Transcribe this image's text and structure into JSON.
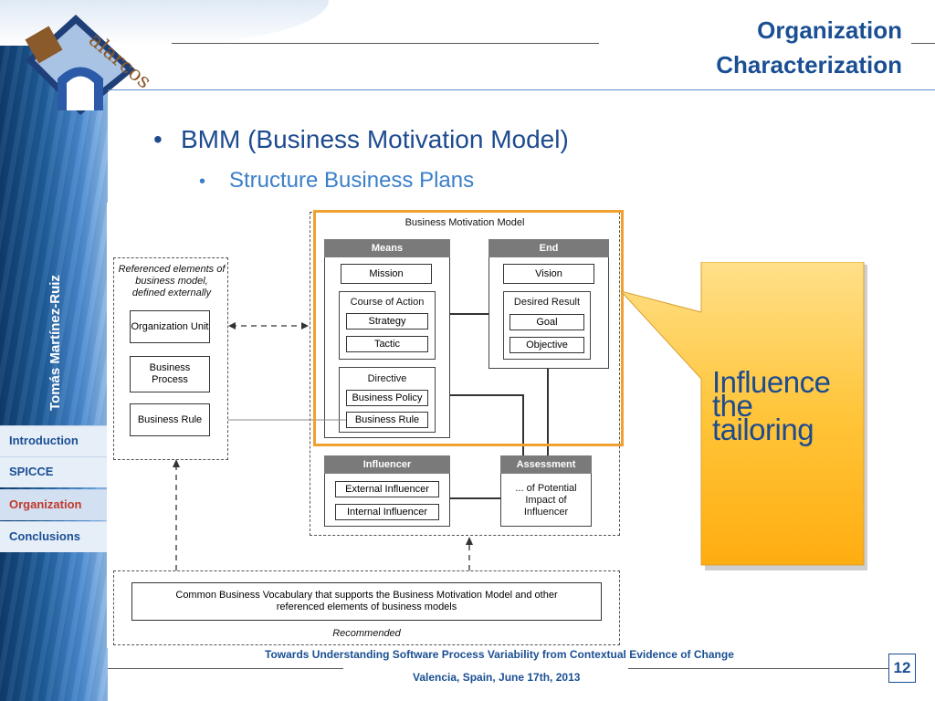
{
  "slide": {
    "title_line1": "Organization",
    "title_line2": "Characterization",
    "bullet1": "BMM  (Business Motivation Model)",
    "bullet2": "Structure Business Plans",
    "author": "Tomás Martínez-Ruiz",
    "logo_text": "alarcos",
    "callout_text": "Influence the tailoring",
    "footer_title": "Towards Understanding Software Process Variability from Contextual Evidence of Change",
    "footer_date": "Valencia, Spain, June 17th,  2013",
    "page_number": "12"
  },
  "nav": {
    "items": [
      {
        "label": "Introduction",
        "active": false
      },
      {
        "label": "SPICCE",
        "active": false
      },
      {
        "label": "Organization",
        "active": true
      },
      {
        "label": "Conclusions",
        "active": false
      }
    ]
  },
  "diagram": {
    "bmm_title": "Business Motivation Model",
    "external_title": "Referenced elements of business model, defined externally",
    "external_items": [
      "Organization Unit",
      "Business Process",
      "Business Rule"
    ],
    "means": {
      "header": "Means",
      "mission": "Mission",
      "course_of_action": "Course of Action",
      "strategy": "Strategy",
      "tactic": "Tactic",
      "directive": "Directive",
      "business_policy": "Business Policy",
      "business_rule": "Business Rule"
    },
    "end": {
      "header": "End",
      "vision": "Vision",
      "desired_result": "Desired Result",
      "goal": "Goal",
      "objective": "Objective"
    },
    "influencer": {
      "header": "Influencer",
      "external": "External Influencer",
      "internal": "Internal Influencer"
    },
    "assessment": {
      "header": "Assessment",
      "text": "... of Potential Impact of Influencer"
    },
    "vocabulary": "Common Business Vocabulary that supports the Business Motivation Model and other referenced elements of business models",
    "recommended": "Recommended"
  },
  "colors": {
    "accent": "#1a4f93",
    "active_nav": "#c0392b",
    "highlight": "#f0a030",
    "callout": "#ffc53a"
  }
}
